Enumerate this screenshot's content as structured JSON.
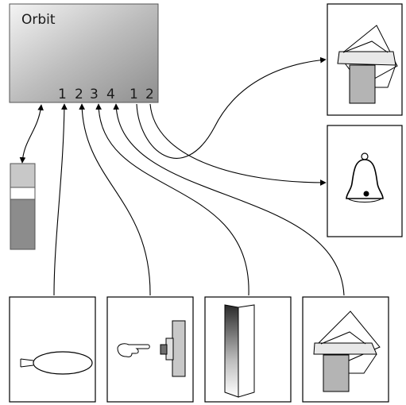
{
  "device": {
    "title": "Orbit",
    "input_ports": [
      "1",
      "2",
      "3",
      "4"
    ],
    "output_ports": [
      "1",
      "2"
    ]
  },
  "colors": {
    "device_gradient_light": "#f2f2f2",
    "device_gradient_dark": "#9a9a9a",
    "switch_top": "#c8c8c8",
    "switch_bottom": "#8a8a8a",
    "door_gray": "#b4b4b4"
  },
  "components": [
    "battery-switch",
    "light-bulb",
    "push-button",
    "door-contact",
    "window-sensor",
    "window-actuator",
    "alarm-bell"
  ]
}
